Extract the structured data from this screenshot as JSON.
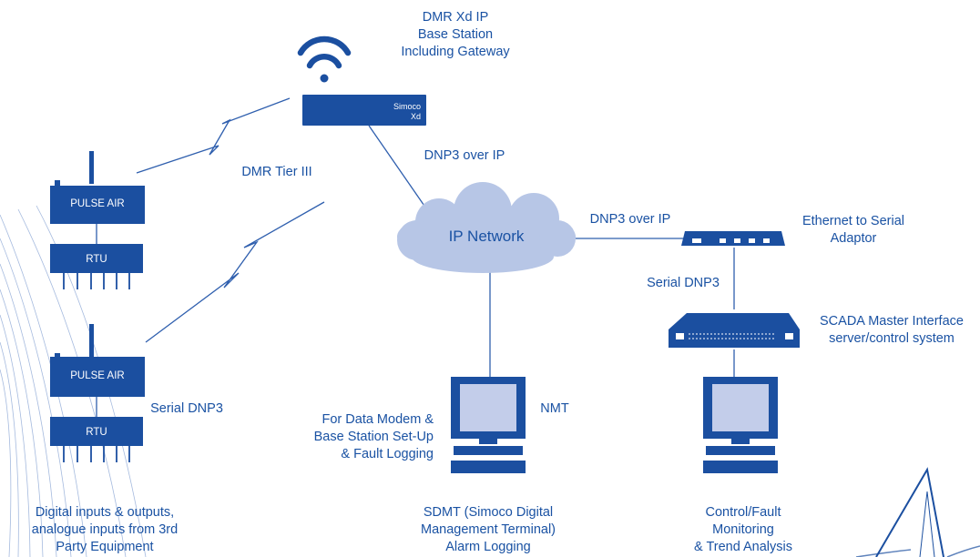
{
  "base_station": {
    "title": "DMR Xd IP\nBase Station\nIncluding Gateway",
    "brand": "Simoco\nXd"
  },
  "links": {
    "dnp3_ip_1": "DNP3 over IP",
    "dnp3_ip_2": "DNP3 over IP",
    "dmr_tier": "DMR Tier III",
    "serial_dnp3_left": "Serial DNP3",
    "serial_dnp3_right": "Serial DNP3"
  },
  "network": {
    "label": "IP Network"
  },
  "field_units": [
    {
      "modem": "PULSE AIR",
      "rtu": "RTU"
    },
    {
      "modem": "PULSE AIR",
      "rtu": "RTU"
    }
  ],
  "field_caption": "Digital inputs & outputs,\nanalogue inputs from 3rd\nParty Equipment",
  "adapter": {
    "label": "Ethernet to Serial\nAdaptor"
  },
  "scada": {
    "label": "SCADA Master Interface\nserver/control system"
  },
  "nmt": {
    "label": "NMT",
    "note": "For Data Modem &\nBase Station Set-Up\n& Fault Logging",
    "caption": "SDMT (Simoco Digital\nManagement Terminal)\nAlarm Logging"
  },
  "control": {
    "caption": "Control/Fault\nMonitoring\n& Trend Analysis"
  },
  "colors": {
    "primary": "#1b4fa0",
    "cloud": "#b7c6e6",
    "screen": "#c3cdea",
    "lines": "#2f5fae"
  }
}
